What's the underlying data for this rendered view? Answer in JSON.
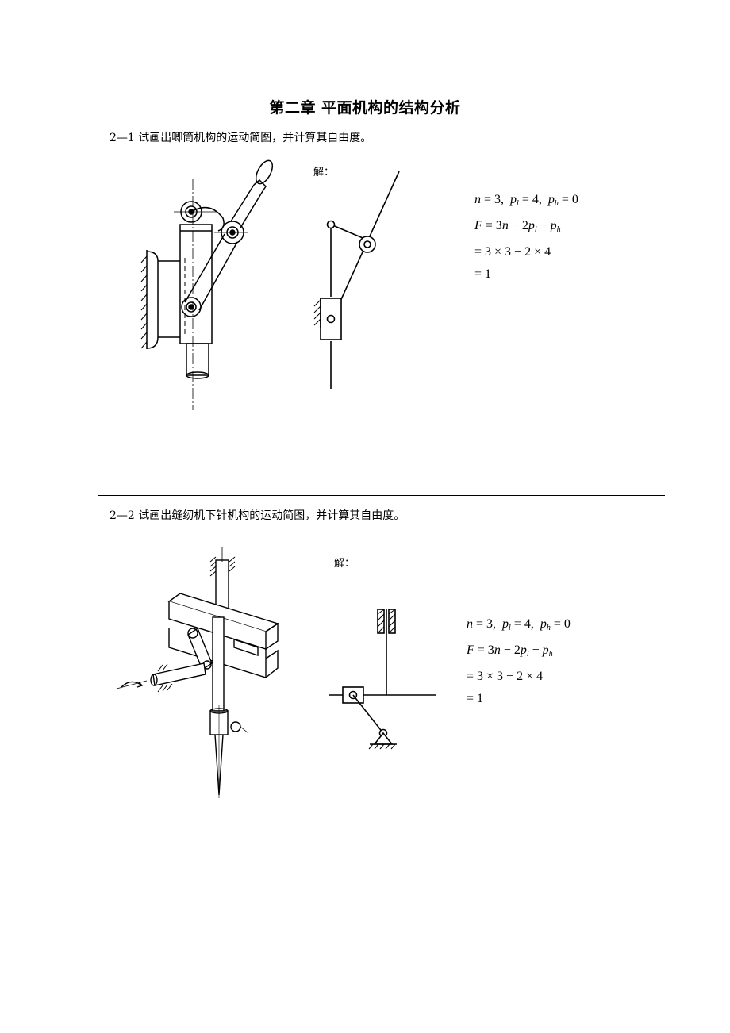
{
  "document": {
    "chapter_title": "第二章  平面机构的结构分析",
    "problems": [
      {
        "statement": "2—1  试画出唧筒机构的运动简图，并计算其自由度。",
        "solution_label": "解：",
        "formula": {
          "line1": {
            "n": "3",
            "pl": "4",
            "ph": "0"
          },
          "line2": "F = 3n − 2p_l − p_h",
          "line3": "= 3 × 3 − 2 × 4",
          "line4": "= 1"
        }
      },
      {
        "statement": "2—2  试画出缝纫机下针机构的运动简图，并计算其自由度。",
        "solution_label": "解：",
        "formula": {
          "line1": {
            "n": "3",
            "pl": "4",
            "ph": "0"
          },
          "line2": "F = 3n − 2p_l − p_h",
          "line3": "= 3 × 3 − 2 × 4",
          "line4": "= 1"
        }
      }
    ]
  }
}
